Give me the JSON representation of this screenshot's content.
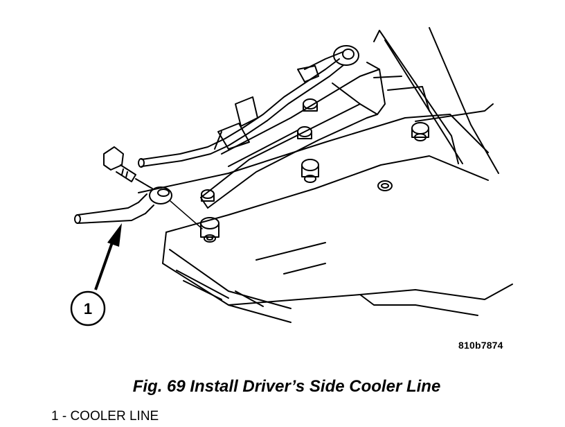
{
  "figure": {
    "callout_number": "1",
    "part_code": "810b7874",
    "caption": "Fig. 69 Install Driver’s Side Cooler Line",
    "legend": [
      {
        "text": "1 - COOLER LINE"
      }
    ]
  }
}
